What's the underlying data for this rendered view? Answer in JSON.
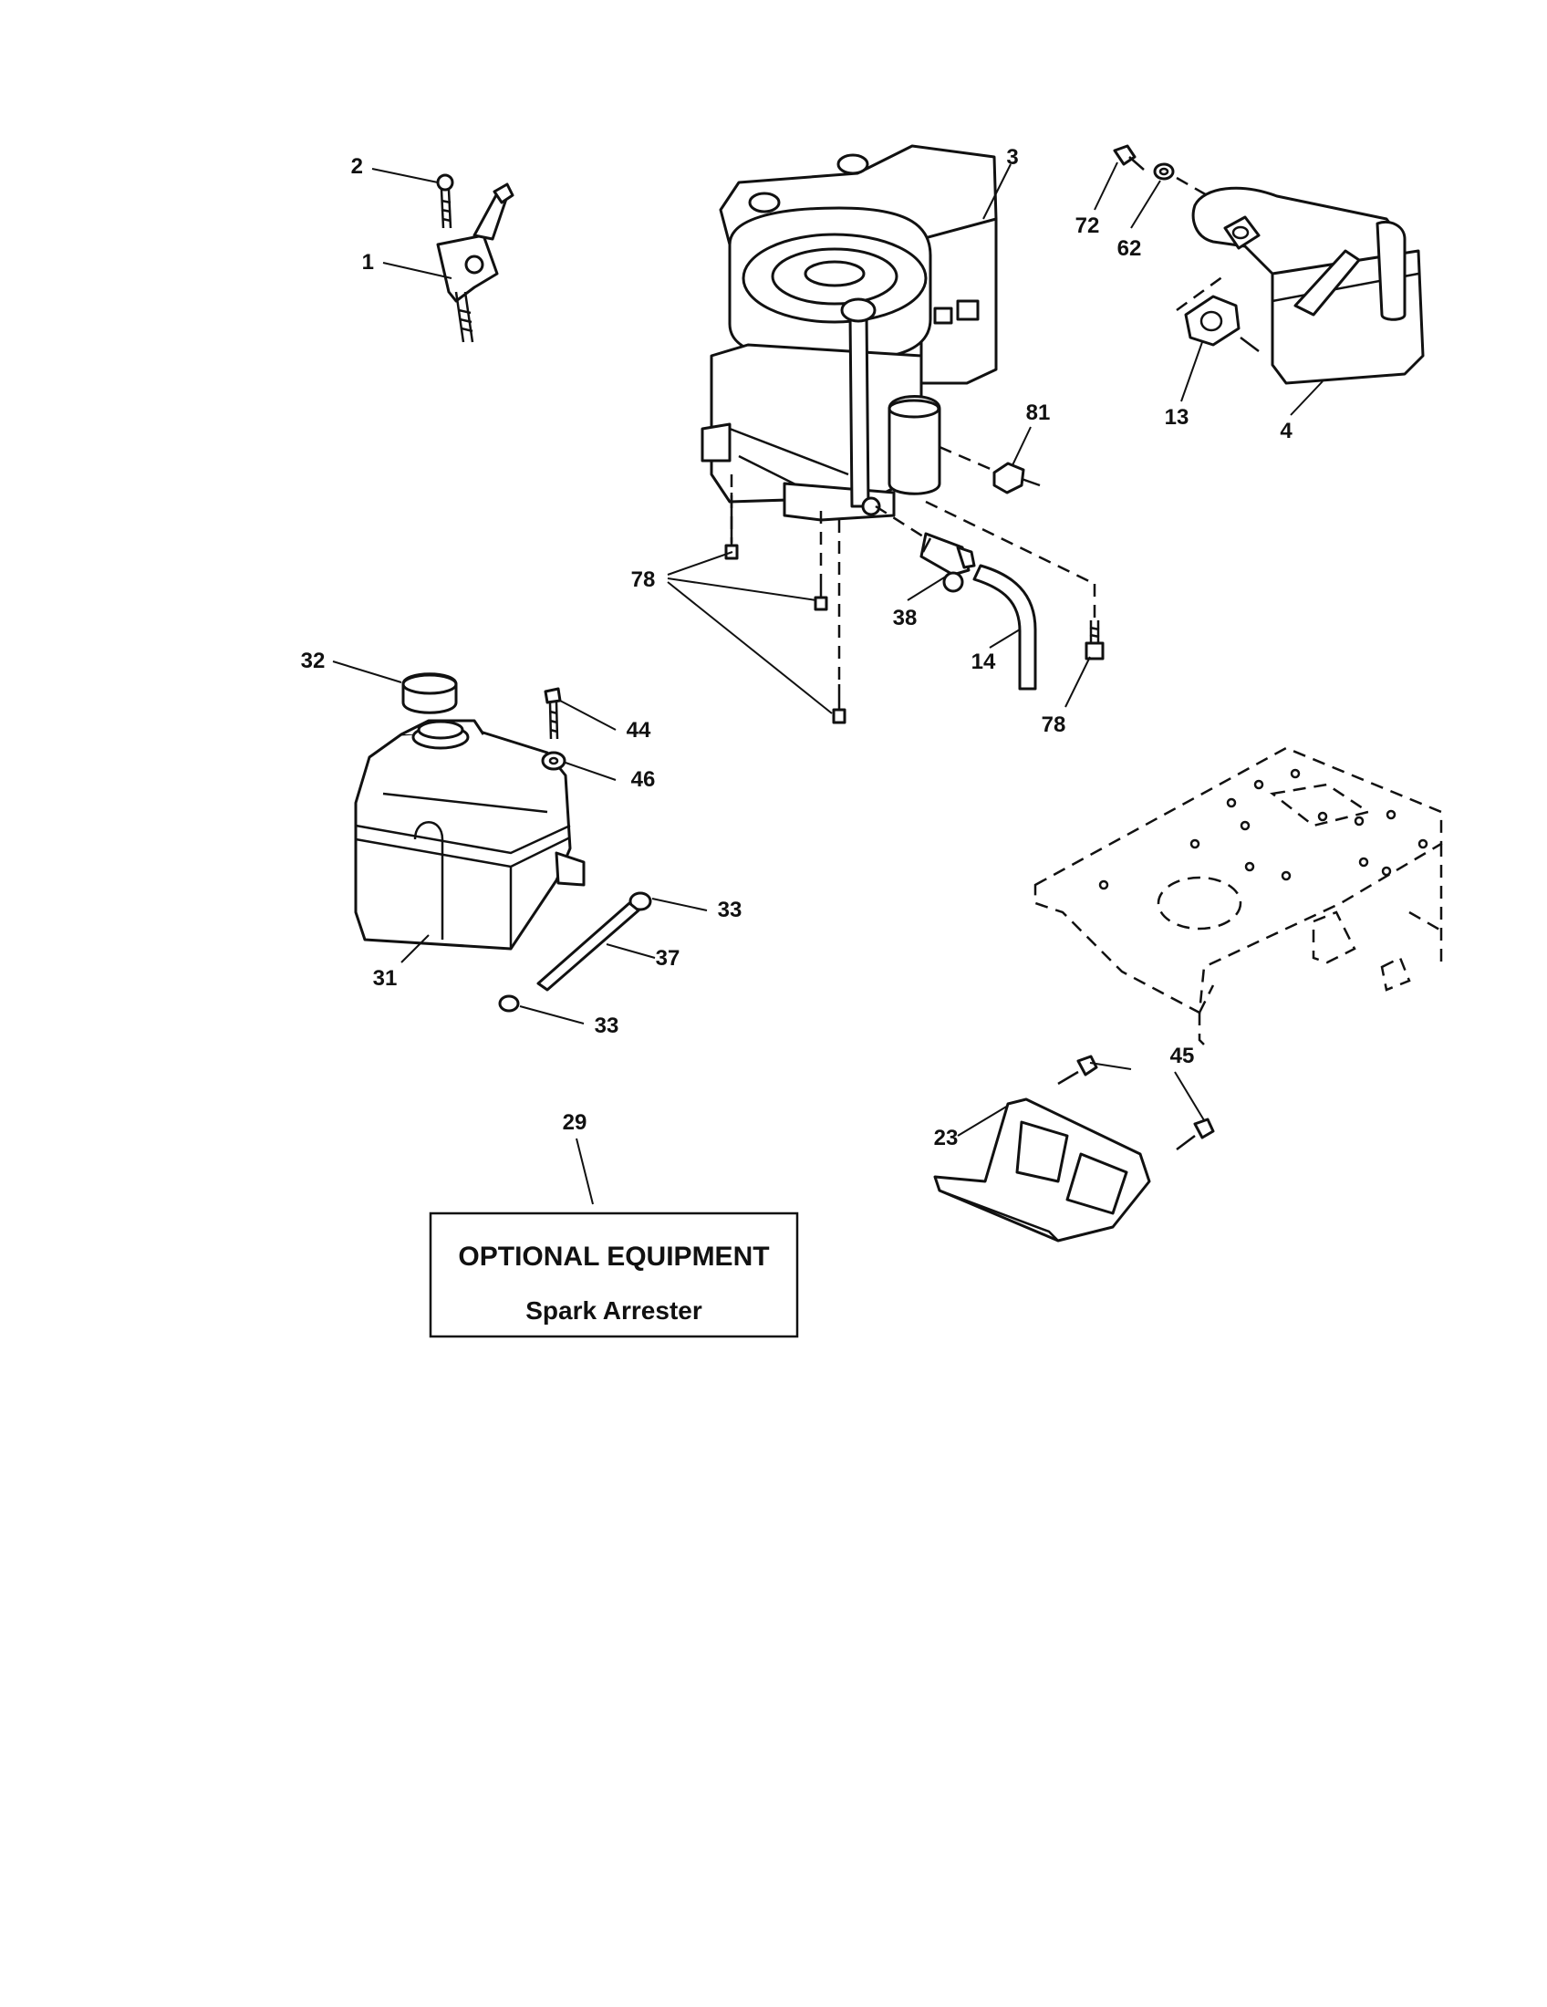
{
  "callouts": [
    {
      "id": "c2",
      "label": "2"
    },
    {
      "id": "c1",
      "label": "1"
    },
    {
      "id": "c3",
      "label": "3"
    },
    {
      "id": "c72",
      "label": "72"
    },
    {
      "id": "c62",
      "label": "62"
    },
    {
      "id": "c13",
      "label": "13"
    },
    {
      "id": "c4",
      "label": "4"
    },
    {
      "id": "c81",
      "label": "81"
    },
    {
      "id": "c78a",
      "label": "78"
    },
    {
      "id": "c38",
      "label": "38"
    },
    {
      "id": "c14",
      "label": "14"
    },
    {
      "id": "c78b",
      "label": "78"
    },
    {
      "id": "c32",
      "label": "32"
    },
    {
      "id": "c44",
      "label": "44"
    },
    {
      "id": "c46",
      "label": "46"
    },
    {
      "id": "c33a",
      "label": "33"
    },
    {
      "id": "c37",
      "label": "37"
    },
    {
      "id": "c31",
      "label": "31"
    },
    {
      "id": "c33b",
      "label": "33"
    },
    {
      "id": "c29",
      "label": "29"
    },
    {
      "id": "c45",
      "label": "45"
    },
    {
      "id": "c23",
      "label": "23"
    }
  ],
  "optional_box": {
    "title": "OPTIONAL EQUIPMENT",
    "subtitle": "Spark Arrester"
  }
}
